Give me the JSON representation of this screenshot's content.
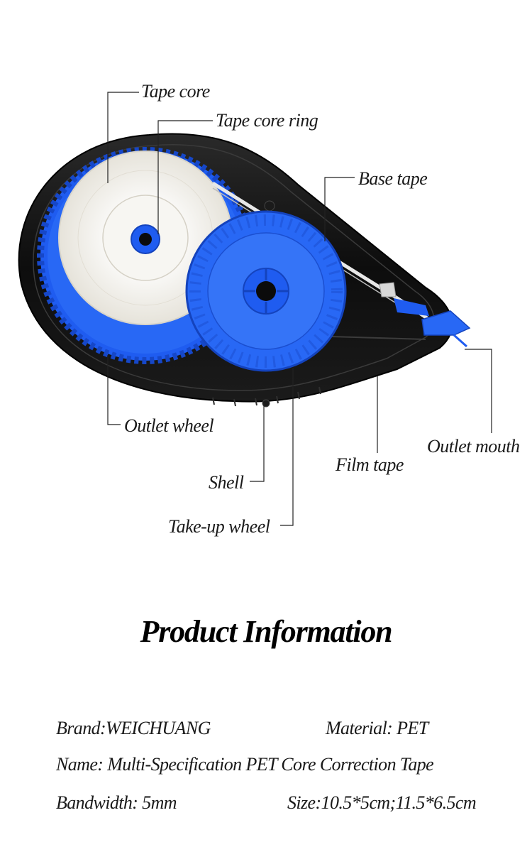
{
  "diagram": {
    "labels": {
      "tape_core": "Tape core",
      "tape_core_ring": "Tape core ring",
      "base_tape": "Base tape",
      "outlet_wheel": "Outlet wheel",
      "outlet_mouth": "Outlet mouth",
      "film_tape": "Film tape",
      "shell": "Shell",
      "take_up_wheel": "Take-up wheel"
    },
    "colors": {
      "shell": "#111111",
      "gear_blue": "#1f5cf0",
      "tape_white": "#f2f0ea"
    }
  },
  "product_info": {
    "title": "Product Information",
    "brand": "Brand:WEICHUANG",
    "material": "Material: PET",
    "name": "Name: Multi-Specification PET Core Correction Tape",
    "bandwidth": "Bandwidth: 5mm",
    "size": "Size:10.5*5cm;11.5*6.5cm"
  }
}
